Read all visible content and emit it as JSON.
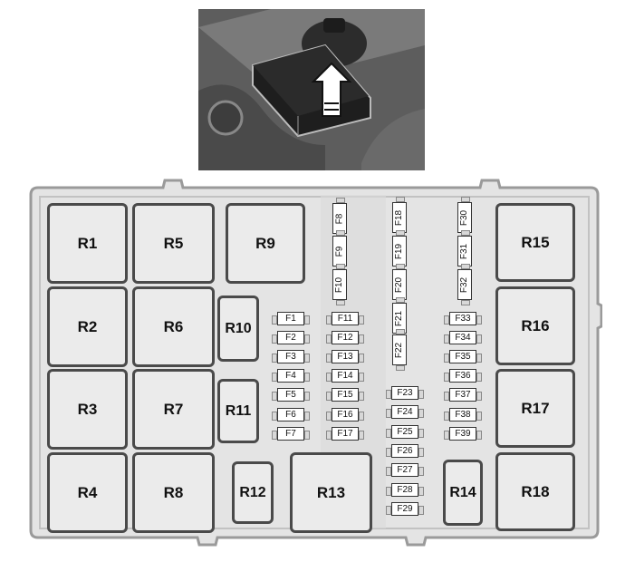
{
  "relays": [
    {
      "id": "r1",
      "label": "R1"
    },
    {
      "id": "r2",
      "label": "R2"
    },
    {
      "id": "r3",
      "label": "R3"
    },
    {
      "id": "r4",
      "label": "R4"
    },
    {
      "id": "r5",
      "label": "R5"
    },
    {
      "id": "r6",
      "label": "R6"
    },
    {
      "id": "r7",
      "label": "R7"
    },
    {
      "id": "r8",
      "label": "R8"
    },
    {
      "id": "r9",
      "label": "R9"
    },
    {
      "id": "r10",
      "label": "R10"
    },
    {
      "id": "r11",
      "label": "R11"
    },
    {
      "id": "r12",
      "label": "R12"
    },
    {
      "id": "r13",
      "label": "R13"
    },
    {
      "id": "r14",
      "label": "R14"
    },
    {
      "id": "r15",
      "label": "R15"
    },
    {
      "id": "r16",
      "label": "R16"
    },
    {
      "id": "r17",
      "label": "R17"
    },
    {
      "id": "r18",
      "label": "R18"
    }
  ],
  "fuses": [
    {
      "id": "f1",
      "label": "F1"
    },
    {
      "id": "f2",
      "label": "F2"
    },
    {
      "id": "f3",
      "label": "F3"
    },
    {
      "id": "f4",
      "label": "F4"
    },
    {
      "id": "f5",
      "label": "F5"
    },
    {
      "id": "f6",
      "label": "F6"
    },
    {
      "id": "f7",
      "label": "F7"
    },
    {
      "id": "f8",
      "label": "F8"
    },
    {
      "id": "f9",
      "label": "F9"
    },
    {
      "id": "f10",
      "label": "F10"
    },
    {
      "id": "f11",
      "label": "F11"
    },
    {
      "id": "f12",
      "label": "F12"
    },
    {
      "id": "f13",
      "label": "F13"
    },
    {
      "id": "f14",
      "label": "F14"
    },
    {
      "id": "f15",
      "label": "F15"
    },
    {
      "id": "f16",
      "label": "F16"
    },
    {
      "id": "f17",
      "label": "F17"
    },
    {
      "id": "f18",
      "label": "F18"
    },
    {
      "id": "f19",
      "label": "F19"
    },
    {
      "id": "f20",
      "label": "F20"
    },
    {
      "id": "f21",
      "label": "F21"
    },
    {
      "id": "f22",
      "label": "F22"
    },
    {
      "id": "f23",
      "label": "F23"
    },
    {
      "id": "f24",
      "label": "F24"
    },
    {
      "id": "f25",
      "label": "F25"
    },
    {
      "id": "f26",
      "label": "F26"
    },
    {
      "id": "f27",
      "label": "F27"
    },
    {
      "id": "f28",
      "label": "F28"
    },
    {
      "id": "f29",
      "label": "F29"
    },
    {
      "id": "f30",
      "label": "F30"
    },
    {
      "id": "f31",
      "label": "F31"
    },
    {
      "id": "f32",
      "label": "F32"
    },
    {
      "id": "f33",
      "label": "F33"
    },
    {
      "id": "f34",
      "label": "F34"
    },
    {
      "id": "f35",
      "label": "F35"
    },
    {
      "id": "f36",
      "label": "F36"
    },
    {
      "id": "f37",
      "label": "F37"
    },
    {
      "id": "f38",
      "label": "F38"
    },
    {
      "id": "f39",
      "label": "F39"
    }
  ],
  "colors": {
    "relay_fill": "#ebebeb",
    "relay_border": "#4a4a4a",
    "box_fill": "#e4e4e4",
    "box_outline": "#9a9a9a"
  },
  "icons": {
    "lid_arrow": "up-arrow-icon"
  }
}
